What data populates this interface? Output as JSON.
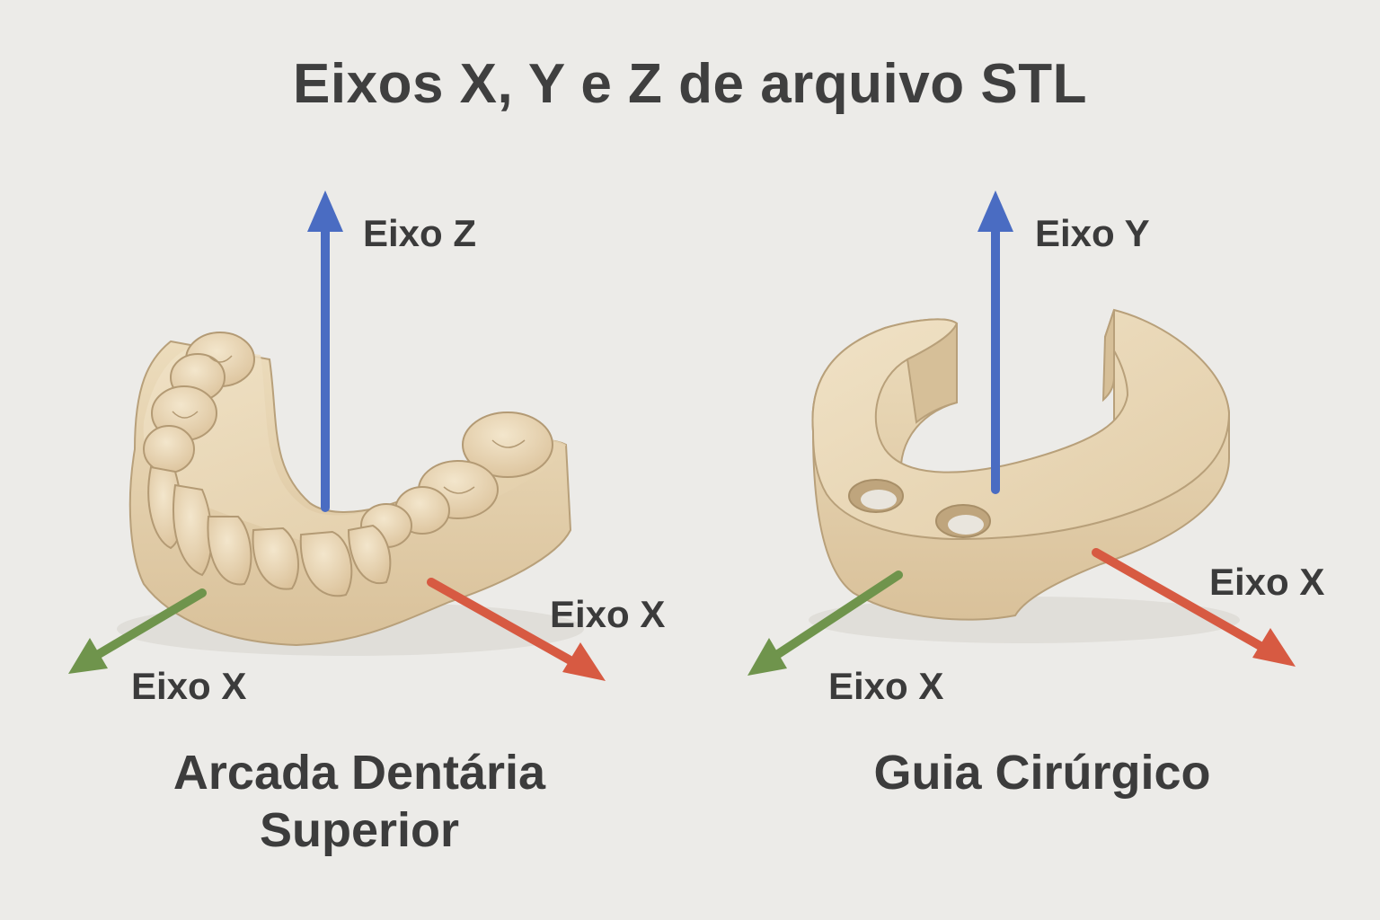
{
  "title": "Eixos X, Y e Z de arquivo STL",
  "colors": {
    "background": "#ecebe8",
    "model": "#e6d2ae",
    "model_shadow": "#c9b088",
    "axis_blue": "#4a6cc2",
    "axis_red": "#d75a42",
    "axis_green": "#6f944c",
    "text": "#3c3c3c"
  },
  "left_panel": {
    "object_icon": "dental-arch-model",
    "caption_line1": "Arcada Dentária",
    "caption_line2": "Superior",
    "axes": {
      "vertical": "Eixo Z",
      "right": "Eixo X",
      "left": "Eixo X"
    }
  },
  "right_panel": {
    "object_icon": "surgical-guide-model",
    "caption": "Guia Cirúrgico",
    "axes": {
      "vertical": "Eixo Y",
      "right": "Eixo X",
      "left": "Eixo X"
    }
  }
}
